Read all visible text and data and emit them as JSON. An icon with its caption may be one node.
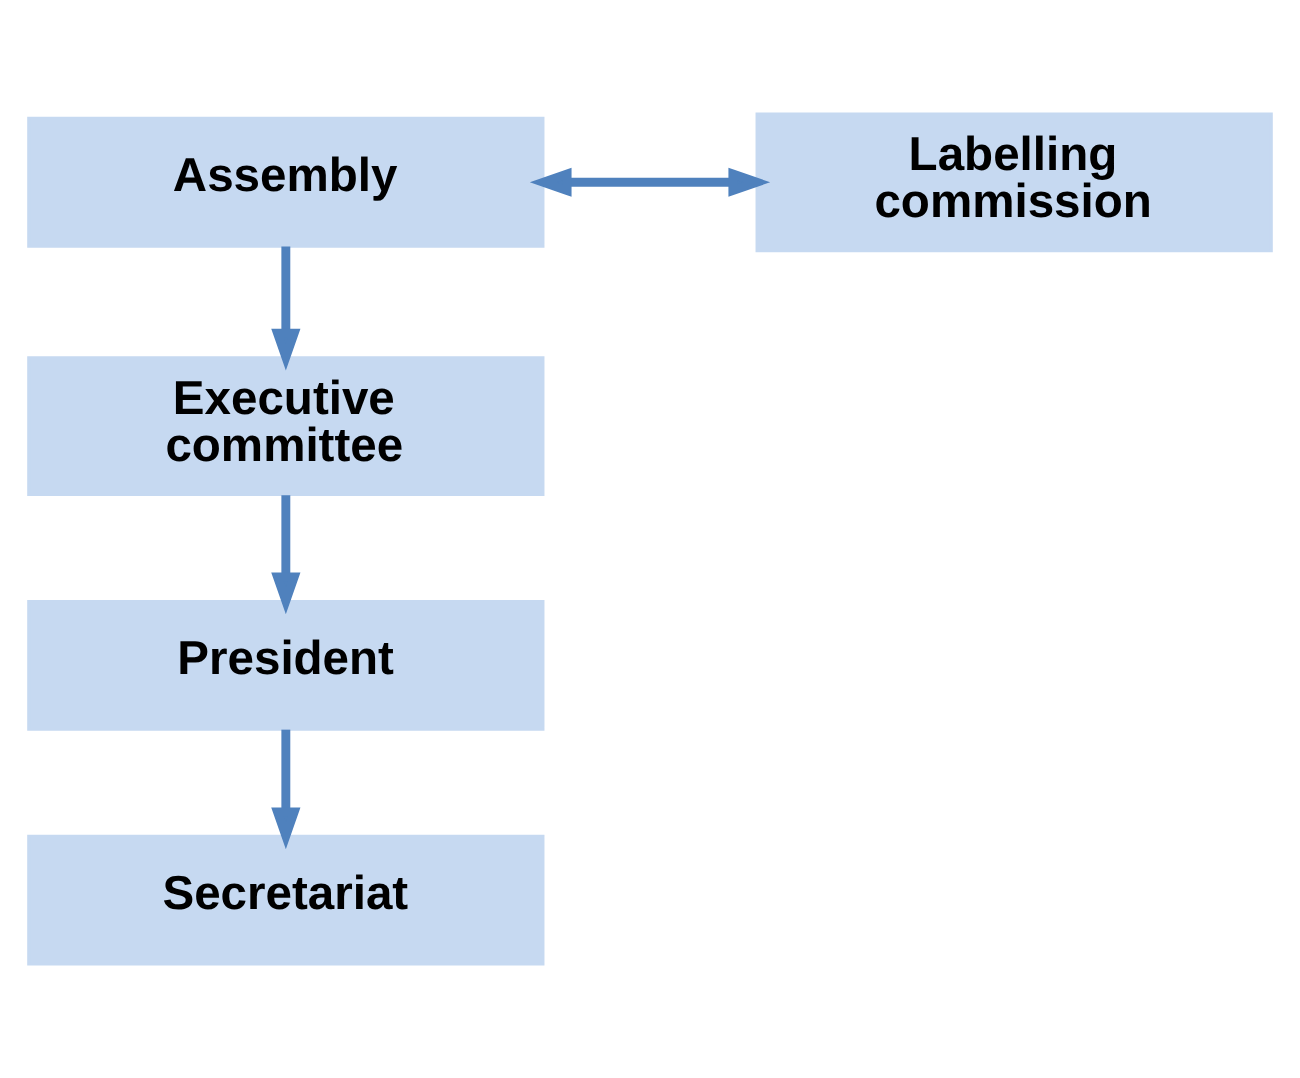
{
  "diagram": {
    "nodes": [
      {
        "text": [
          "Assembly"
        ]
      },
      {
        "text": [
          "Labelling commission"
        ]
      },
      {
        "text": [
          "Executive committee"
        ]
      },
      {
        "text": [
          "President"
        ]
      },
      {
        "text": [
          "Secretariat"
        ]
      }
    ],
    "edges": [
      {
        "from": 0,
        "to": 1,
        "arrow": "both"
      },
      {
        "from": 0,
        "to": 2,
        "arrow": "to"
      },
      {
        "from": 2,
        "to": 3,
        "arrow": "to"
      },
      {
        "from": 3,
        "to": 4,
        "arrow": "to"
      }
    ]
  }
}
